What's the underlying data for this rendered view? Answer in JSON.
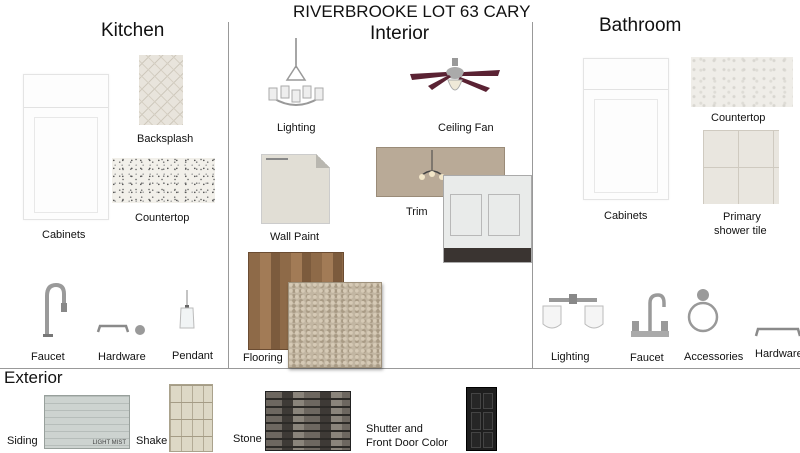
{
  "title": "RIVERBROOKE LOT 63 CARY",
  "sections": {
    "kitchen": "Kitchen",
    "interior": "Interior",
    "bathroom": "Bathroom",
    "exterior": "Exterior"
  },
  "kitchen_items": {
    "backsplash": "Backsplash",
    "countertop": "Countertop",
    "cabinets": "Cabinets",
    "faucet": "Faucet",
    "hardware": "Hardware",
    "pendant": "Pendant"
  },
  "interior_items": {
    "lighting": "Lighting",
    "ceiling_fan": "Ceiling Fan",
    "wall_paint": "Wall Paint",
    "trim": "Trim",
    "flooring": "Flooring"
  },
  "bathroom_items": {
    "countertop": "Countertop",
    "cabinets": "Cabinets",
    "primary_shower_tile_line1": "Primary",
    "primary_shower_tile_line2": "shower tile",
    "lighting": "Lighting",
    "faucet": "Faucet",
    "accessories": "Accessories",
    "hardware": "Hardware"
  },
  "exterior_items": {
    "siding": "Siding",
    "siding_swatch_caption": "LIGHT MIST",
    "shake": "Shake",
    "stone": "Stone",
    "shutter_line1": "Shutter and",
    "shutter_line2": "Front Door Color"
  },
  "colors": {
    "divider": "#999999",
    "text": "#111111"
  }
}
